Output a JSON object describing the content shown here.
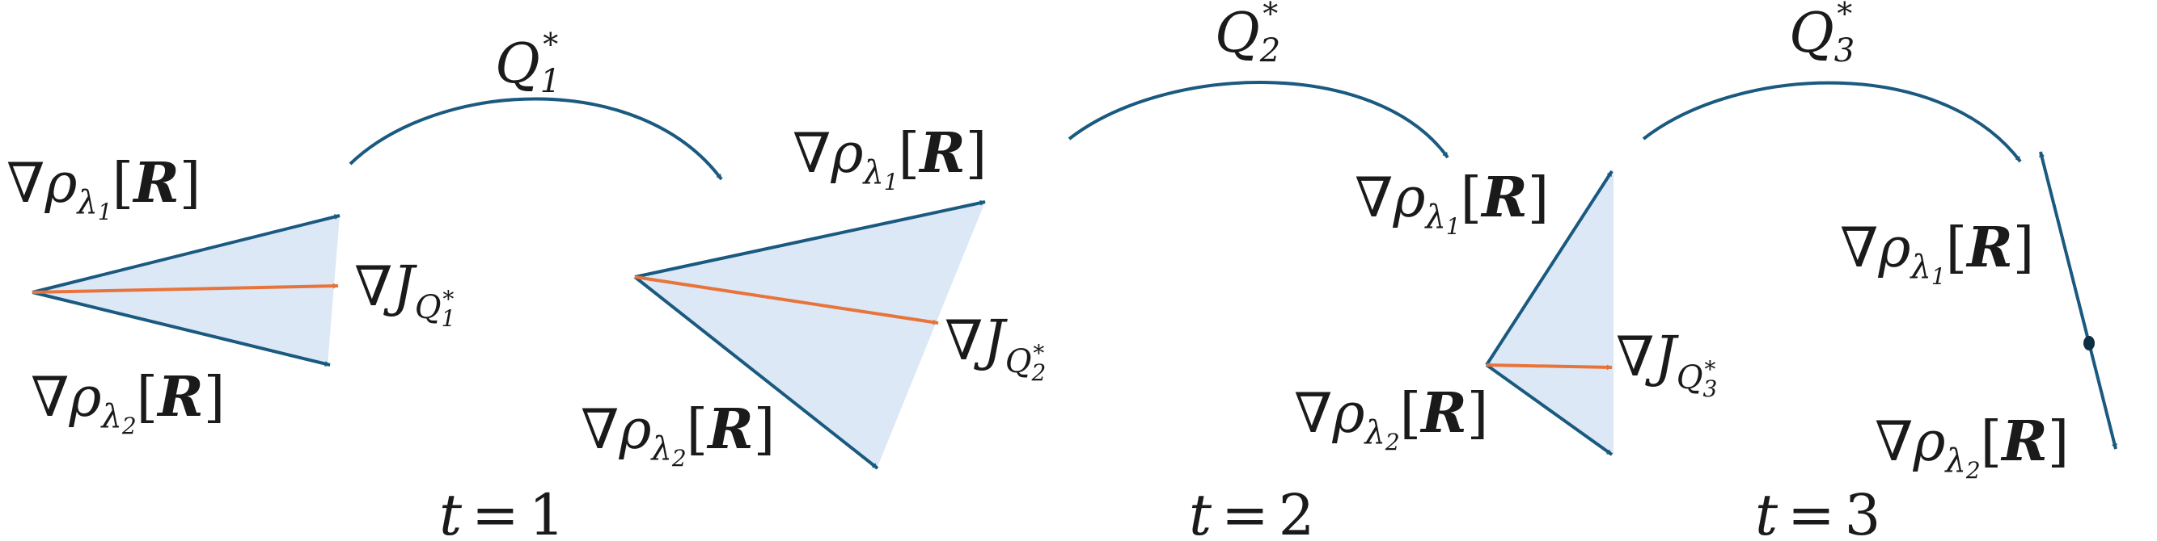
{
  "colors": {
    "vector": "#1a5a80",
    "gradient": "#e8743b",
    "fill": "#dce8f5",
    "text": "#1a1a1a"
  },
  "transitions": [
    {
      "sym": "Q",
      "idx": "1",
      "star": "*"
    },
    {
      "sym": "Q",
      "idx": "2",
      "star": "*"
    },
    {
      "sym": "Q",
      "idx": "3",
      "star": "*"
    }
  ],
  "panels": [
    {
      "rho1": {
        "nabla": "∇",
        "rho": "ρ",
        "lam": "λ",
        "idx": "1",
        "open": "[",
        "R": "R",
        "close": "]"
      },
      "rho2": {
        "nabla": "∇",
        "rho": "ρ",
        "lam": "λ",
        "idx": "2",
        "open": "[",
        "R": "R",
        "close": "]"
      },
      "J": {
        "nabla": "∇",
        "sym": "J",
        "q": "Q",
        "idx": "1",
        "star": "*"
      }
    },
    {
      "rho1": {
        "nabla": "∇",
        "rho": "ρ",
        "lam": "λ",
        "idx": "1",
        "open": "[",
        "R": "R",
        "close": "]"
      },
      "rho2": {
        "nabla": "∇",
        "rho": "ρ",
        "lam": "λ",
        "idx": "2",
        "open": "[",
        "R": "R",
        "close": "]"
      },
      "J": {
        "nabla": "∇",
        "sym": "J",
        "q": "Q",
        "idx": "2",
        "star": "*"
      }
    },
    {
      "rho1": {
        "nabla": "∇",
        "rho": "ρ",
        "lam": "λ",
        "idx": "1",
        "open": "[",
        "R": "R",
        "close": "]"
      },
      "rho2": {
        "nabla": "∇",
        "rho": "ρ",
        "lam": "λ",
        "idx": "2",
        "open": "[",
        "R": "R",
        "close": "]"
      },
      "J": {
        "nabla": "∇",
        "sym": "J",
        "q": "Q",
        "idx": "3",
        "star": "*"
      }
    },
    {
      "rho1": {
        "nabla": "∇",
        "rho": "ρ",
        "lam": "λ",
        "idx": "1",
        "open": "[",
        "R": "R",
        "close": "]"
      },
      "rho2": {
        "nabla": "∇",
        "rho": "ρ",
        "lam": "λ",
        "idx": "2",
        "open": "[",
        "R": "R",
        "close": "]"
      }
    }
  ],
  "timesteps": [
    {
      "t": "t",
      "eq": "=",
      "val": "1"
    },
    {
      "t": "t",
      "eq": "=",
      "val": "2"
    },
    {
      "t": "t",
      "eq": "=",
      "val": "3"
    }
  ]
}
